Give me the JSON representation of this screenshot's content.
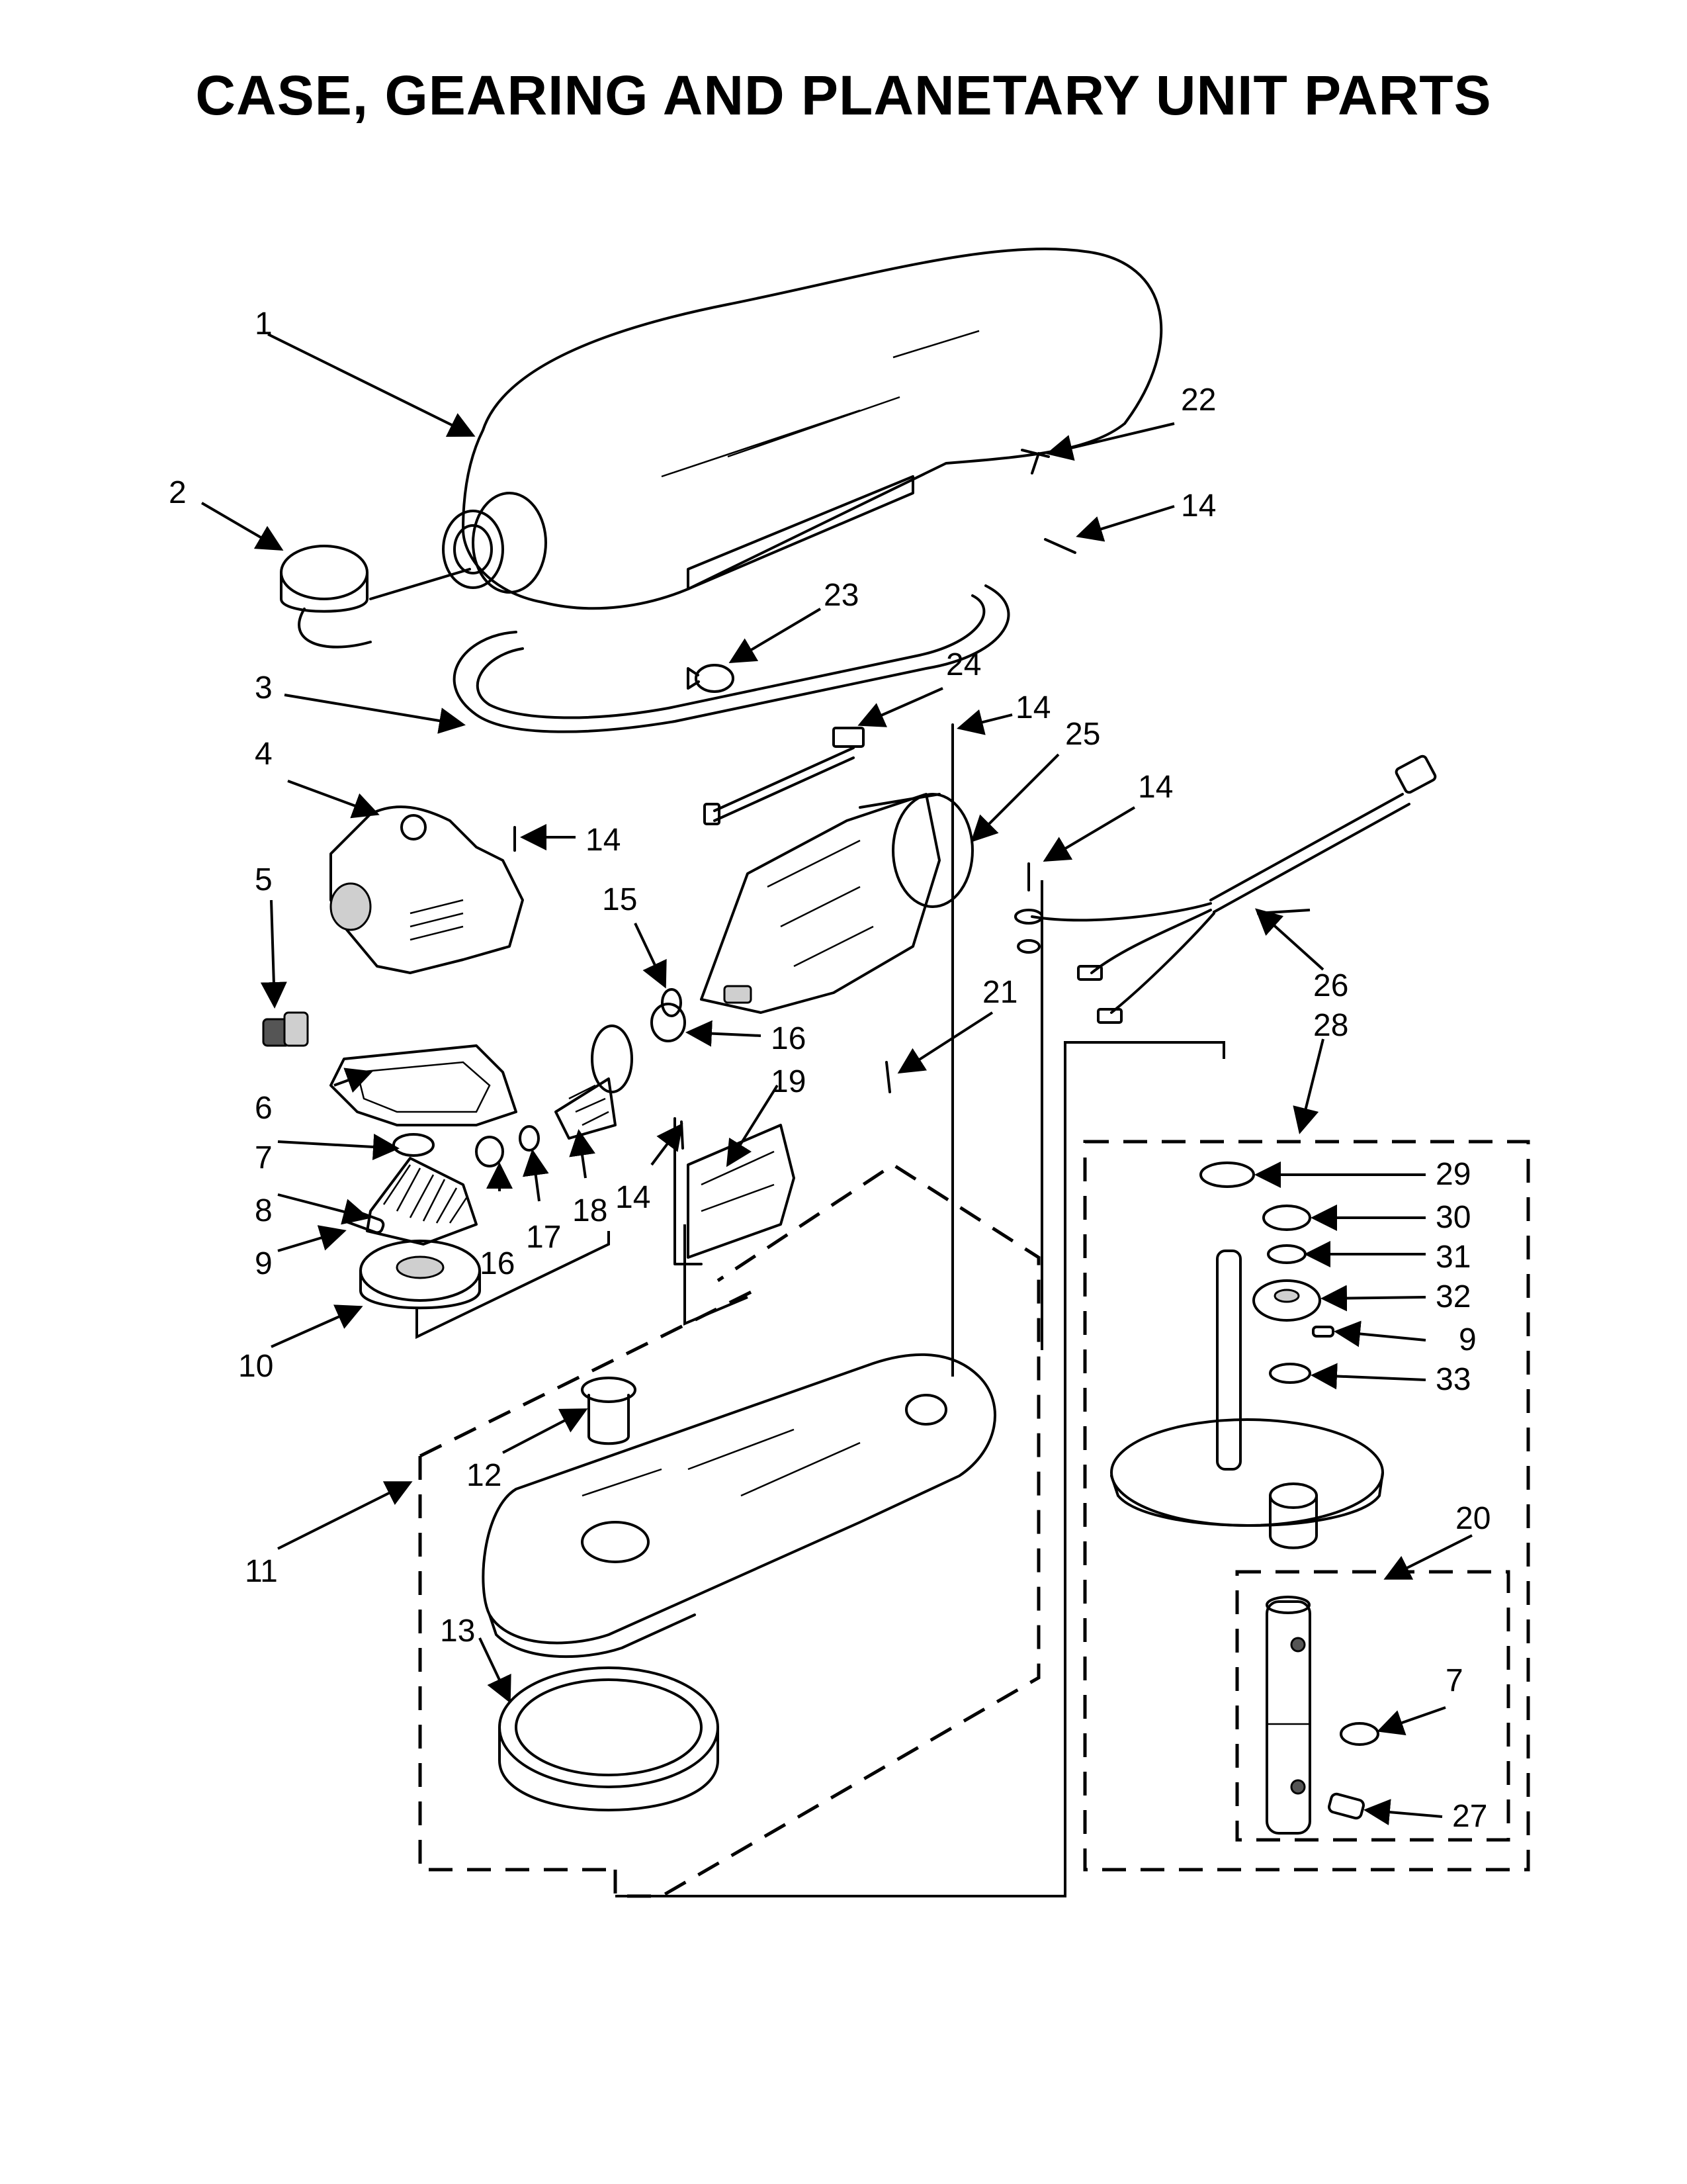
{
  "title": "CASE, GEARING AND PLANETARY UNIT PARTS",
  "callouts": {
    "c1": "1",
    "c2": "2",
    "c3": "3",
    "c4": "4",
    "c5": "5",
    "c6": "6",
    "c7a": "7",
    "c7b": "7",
    "c8": "8",
    "c9a": "9",
    "c9b": "9",
    "c10": "10",
    "c11": "11",
    "c12": "12",
    "c13": "13",
    "c14a": "14",
    "c14b": "14",
    "c14c": "14",
    "c14d": "14",
    "c14e": "14",
    "c15": "15",
    "c16a": "16",
    "c16b": "16",
    "c17": "17",
    "c18": "18",
    "c19": "19",
    "c20": "20",
    "c21": "21",
    "c22": "22",
    "c23": "23",
    "c24": "24",
    "c25": "25",
    "c26": "26",
    "c27": "27",
    "c28": "28",
    "c29": "29",
    "c30": "30",
    "c31": "31",
    "c32": "32",
    "c33": "33"
  }
}
